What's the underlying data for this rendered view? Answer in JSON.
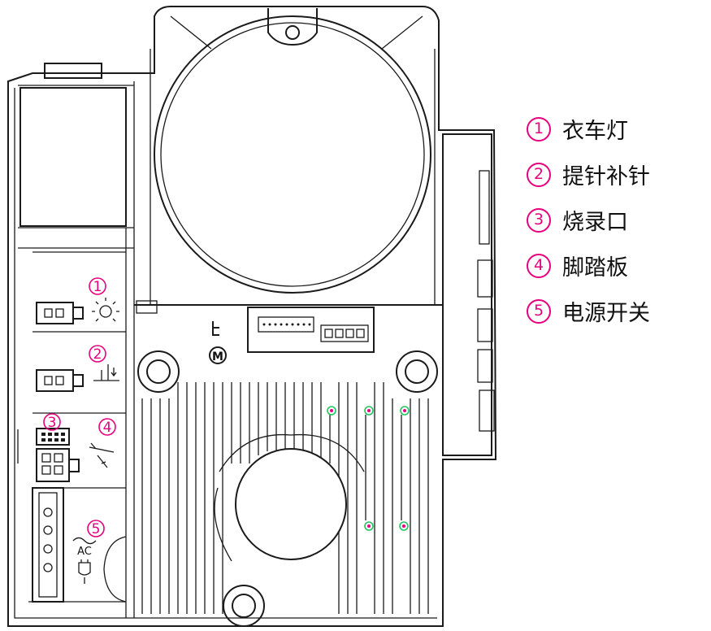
{
  "callouts": [
    {
      "num": "①",
      "label": "衣车灯"
    },
    {
      "num": "②",
      "label": "提针补针"
    },
    {
      "num": "③",
      "label": "烧录口"
    },
    {
      "num": "④",
      "label": "脚踏板"
    },
    {
      "num": "⑤",
      "label": "电源开关"
    }
  ],
  "diagram_labels": {
    "motor_mark": "M",
    "ac_mark": "AC"
  },
  "colors": {
    "callout": "#e6007e",
    "line": "#1a1a1a",
    "screw_ring": "#22c55e"
  }
}
